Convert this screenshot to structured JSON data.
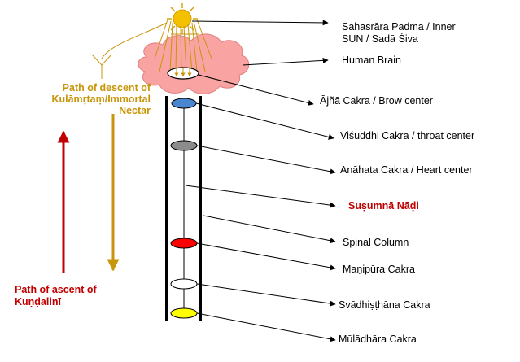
{
  "labels": {
    "sahasrara_line1": "Sahasrāra Padma / Inner",
    "sahasrara_line2": "SUN / Sadā Śiva",
    "human_brain": "Human Brain",
    "ajna": "Ājñā Cakra / Brow center",
    "visuddhi": "Viśuddhi Cakra / throat center",
    "anahata": "Anāhata Cakra / Heart center",
    "susumna": "Suṣumnā Nāḍi",
    "spinal_column": "Spinal Column",
    "manipura": "Maṇipūra Cakra",
    "svadhisthana": "Svādhiṣṭhāna Cakra",
    "muladhara": "Mūlādhāra Cakra"
  },
  "descent": {
    "line1": "Path of descent of",
    "line2": "Kulāmṛtaṃ/Immortal",
    "line3": "Nectar"
  },
  "ascent": {
    "line1": "Path of ascent of",
    "line2": "Kuṇḍalinī"
  },
  "colors": {
    "sun": "#f5c000",
    "brain": "#f9a3a3",
    "ajna": "#4a86d0",
    "anahata": "#8c8c8c",
    "manipura": "#ff0000",
    "svadhisthana": "#ffffff",
    "muladhara": "#ffff00",
    "descent_arrow": "#c8960a",
    "ascent_arrow": "#c00000"
  }
}
